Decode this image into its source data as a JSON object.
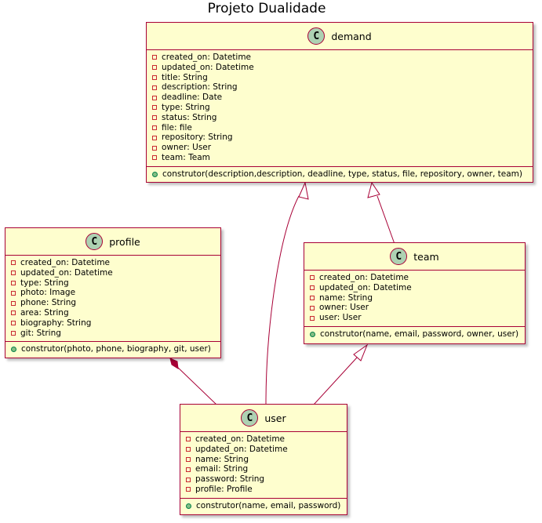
{
  "title": "Projeto Dualidade",
  "icon_letter": "C",
  "colors": {
    "class_fill": "#FEFECE",
    "border": "#A80036",
    "icon_fill": "#ADD1B2",
    "private_marker": "#C82930",
    "public_marker": "#84BE84"
  },
  "classes": {
    "demand": {
      "name": "demand",
      "attributes": [
        "created_on: Datetime",
        "updated_on: Datetime",
        "title: String",
        "description: String",
        "deadline: Date",
        "type: String",
        "status: String",
        "file: file",
        "repository: String",
        "owner: User",
        "team: Team"
      ],
      "methods": [
        "construtor(description,description, deadline, type, status, file, repository, owner, team)"
      ]
    },
    "profile": {
      "name": "profile",
      "attributes": [
        "created_on: Datetime",
        "updated_on: Datetime",
        "type: String",
        "photo: Image",
        "phone: String",
        "area: String",
        "biography: String",
        "git: String"
      ],
      "methods": [
        "construtor(photo, phone, biography, git, user)"
      ]
    },
    "team": {
      "name": "team",
      "attributes": [
        "created_on: Datetime",
        "updated_on: Datetime",
        "name: String",
        "owner: User",
        "user: User"
      ],
      "methods": [
        "construtor(name, email, password, owner, user)"
      ]
    },
    "user": {
      "name": "user",
      "attributes": [
        "created_on: Datetime",
        "updated_on: Datetime",
        "name: String",
        "email: String",
        "password: String",
        "profile: Profile"
      ],
      "methods": [
        "construtor(name, email, password)"
      ]
    }
  }
}
